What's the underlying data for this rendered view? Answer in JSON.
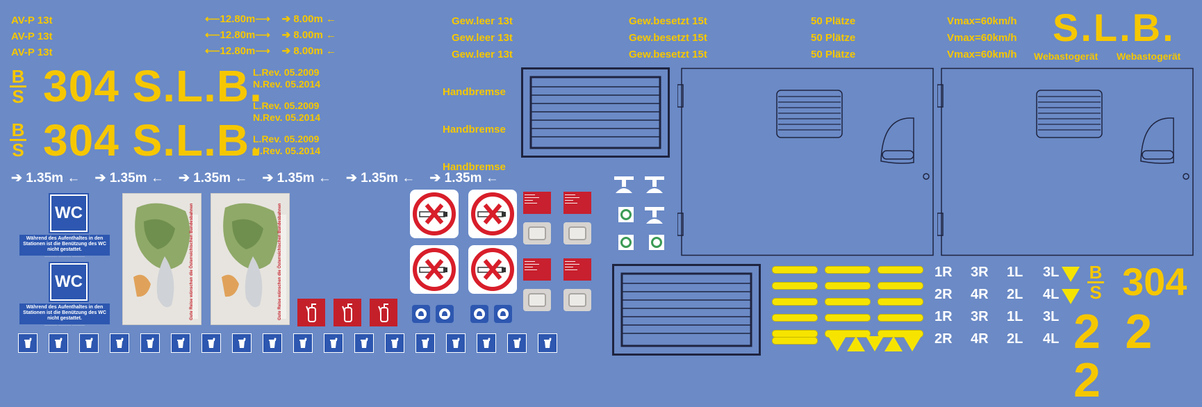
{
  "row1": {
    "weight_av": "AV-P 13t",
    "length_outer": "12.80m",
    "length_inner": "8.00m",
    "empty_weight": "Gew.leer 13t",
    "full_weight": "Gew.besetzt 15t",
    "seats": "50 Plätze",
    "vmax": "Vmax=60km/h"
  },
  "slb_logo": "S.L.B.",
  "webasto": "Webastogerät",
  "bs_top": "B",
  "bs_bottom": "S",
  "car_number": "304 S.L.B.",
  "rev_last": "L.Rev. 05.2009",
  "rev_next": "N.Rev. 05.2014",
  "handbrake": "Handbremse",
  "spacing": "1.35m",
  "wc_label": "WC",
  "wc_note": "Während des Aufenthaltes in den Stationen ist die Benützung des WC nicht gestattet.",
  "map_caption": "Gute Reise wünschen die Österreichischen Bundesbahnen",
  "positions": [
    "1R",
    "3R",
    "1L",
    "3L",
    "2R",
    "4R",
    "2L",
    "4L"
  ],
  "number_304": "304",
  "number_222": "2 2 2",
  "colors": {
    "background": "#6b8ac6",
    "yellow": "#f6c700",
    "blue": "#2d57b0",
    "red": "#c4202a"
  }
}
